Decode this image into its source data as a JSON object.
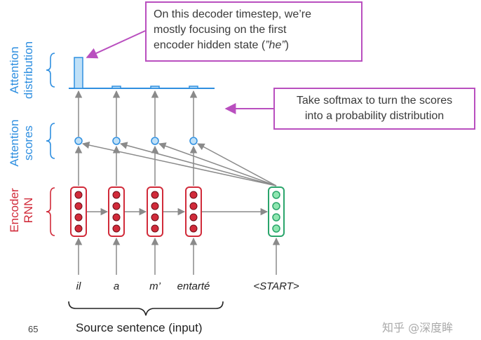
{
  "callouts": {
    "top": {
      "line1": "On this decoder timestep, we’re",
      "line2": "mostly focusing on the first",
      "line3_prefix": "encoder hidden state (",
      "line3_emph": "”he”",
      "line3_suffix": ")"
    },
    "right": {
      "line1": "Take softmax to turn the scores",
      "line2": "into a probability distribution"
    }
  },
  "side_labels": {
    "attention_distribution": {
      "line1": "Attention",
      "line2": "distribution"
    },
    "attention_scores": {
      "line1": "Attention",
      "line2": "scores"
    },
    "encoder_rnn": {
      "line1": "Encoder",
      "line2": "RNN"
    }
  },
  "inputs": {
    "encoder_words": [
      "il",
      "a",
      "m’",
      "entarté"
    ],
    "decoder_word": "<START>"
  },
  "source_label": "Source sentence (input)",
  "slide_number": "65",
  "watermark": "知乎 @深度眸",
  "attention_distribution": [
    0.88,
    0.04,
    0.04,
    0.04
  ],
  "colors": {
    "encoder": "#d12b3a",
    "decoder": "#2aa56b",
    "attention": "#2f8fe0",
    "callout_border": "#b94fbf",
    "arrow": "#8a8a8a"
  }
}
